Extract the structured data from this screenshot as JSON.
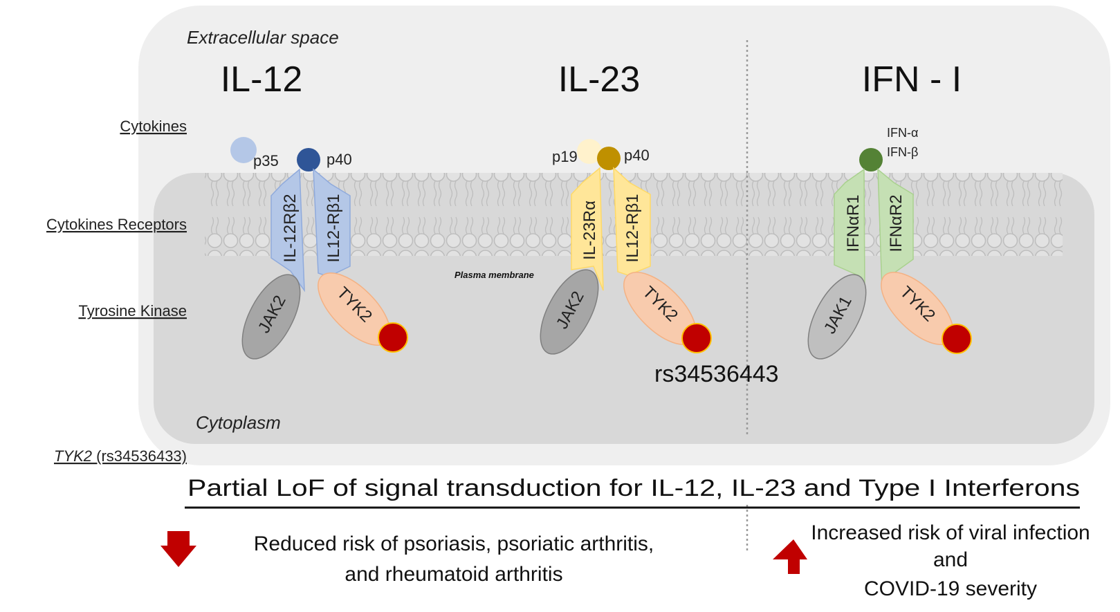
{
  "regions": {
    "extracellular": "Extracellular space",
    "cytoplasm": "Cytoplasm",
    "membrane": "Plasma membrane"
  },
  "row_labels": {
    "cytokines": "Cytokines",
    "receptors": "Cytokines Receptors",
    "kinase": "Tyrosine Kinase",
    "gene_italic": "TYK2",
    "gene_variant": " (rs34536433)"
  },
  "pathways": [
    {
      "title": "IL-12",
      "ligand_a": "p35",
      "ligand_b": "p40",
      "receptor_a": "IL-12Rβ2",
      "receptor_b": "IL12-Rβ1",
      "kinase_a": "JAK2",
      "kinase_b": "TYK2"
    },
    {
      "title": "IL-23",
      "ligand_a": "p19",
      "ligand_b": "p40",
      "receptor_a": "IL-23Rα",
      "receptor_b": "IL12-Rβ1",
      "kinase_a": "JAK2",
      "kinase_b": "TYK2",
      "variant": "rs34536443"
    },
    {
      "title": "IFN - I",
      "ligand_a": "IFN-α",
      "ligand_b": "IFN-β",
      "receptor_a": "IFNαR1",
      "receptor_b": "IFNαR2",
      "kinase_a": "JAK1",
      "kinase_b": "TYK2"
    }
  ],
  "conclusion": "Partial LoF of signal transduction for IL-12, IL-23 and Type I Interferons",
  "outcomes": {
    "reduced_line1": "Reduced risk of psoriasis,  psoriatic arthritis,",
    "reduced_line2": "and rheumatoid arthritis",
    "increased_line1": "Increased risk of viral infection",
    "increased_line2": "and",
    "increased_line3": "COVID-19 severity"
  },
  "colors": {
    "outer_bg": "#efefef",
    "cytoplasm": "#d8d8d8",
    "il12_receptor": "#b4c7e7",
    "il12_p40": "#2f5597",
    "il12_p35": "#b4c7e7",
    "il23_receptor": "#ffe699",
    "il23_p40": "#bf9000",
    "il23_p19": "#fff2cc",
    "ifn_receptor": "#c5e0b4",
    "ifn_ligand": "#548235",
    "jak": "#a6a6a6",
    "tyk2": "#f8cbad",
    "variant_dot": "#c00000",
    "arrow": "#c00000"
  }
}
